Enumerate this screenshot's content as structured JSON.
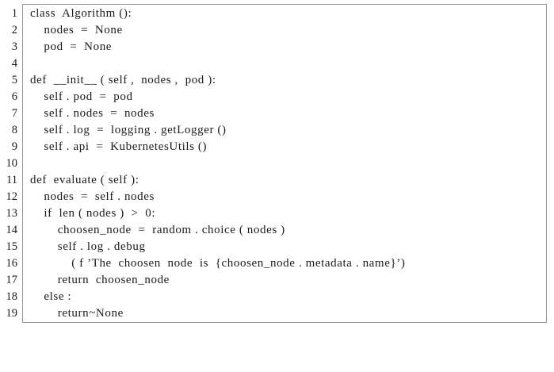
{
  "listing": {
    "language": "python",
    "border_color": "#949494",
    "text_color": "#1b1b1b",
    "background_color": "#ffffff",
    "first_line_number": 1,
    "last_line_number": 19,
    "lines": [
      {
        "number": "1",
        "code": "class  Algorithm ():"
      },
      {
        "number": "2",
        "code": "    nodes  =  None"
      },
      {
        "number": "3",
        "code": "    pod  =  None"
      },
      {
        "number": "4",
        "code": ""
      },
      {
        "number": "5",
        "code": "def  __init__ ( self ,  nodes ,  pod ):"
      },
      {
        "number": "6",
        "code": "    self . pod  =  pod"
      },
      {
        "number": "7",
        "code": "    self . nodes  =  nodes"
      },
      {
        "number": "8",
        "code": "    self . log  =  logging . getLogger ()"
      },
      {
        "number": "9",
        "code": "    self . api  =  KubernetesUtils ()"
      },
      {
        "number": "10",
        "code": ""
      },
      {
        "number": "11",
        "code": "def  evaluate ( self ):"
      },
      {
        "number": "12",
        "code": "    nodes  =  self . nodes"
      },
      {
        "number": "13",
        "code": "    if  len ( nodes )  >  0:"
      },
      {
        "number": "14",
        "code": "        choosen_node  =  random . choice ( nodes )"
      },
      {
        "number": "15",
        "code": "        self . log . debug"
      },
      {
        "number": "16",
        "code": "            ( f ’The  choosen  node  is  {choosen_node . metadata . name}’)"
      },
      {
        "number": "17",
        "code": "        return  choosen_node"
      },
      {
        "number": "18",
        "code": "    else :"
      },
      {
        "number": "19",
        "code": "        return~None"
      }
    ]
  }
}
